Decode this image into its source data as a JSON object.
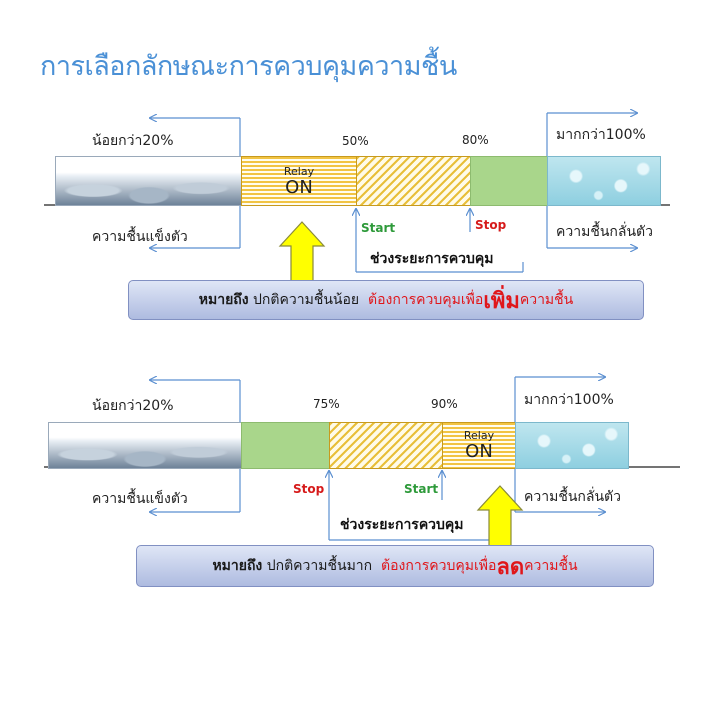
{
  "title": "การเลือกลักษณะการควบคุมความชื้น",
  "diagram1": {
    "left_top_label": "น้อยกว่า20%",
    "left_bottom_label": "ความชื้นแข็งตัว",
    "right_top_label": "มากกว่า100%",
    "right_bottom_label": "ความชื้นกลั่นตัว",
    "pct_a": "50%",
    "pct_b": "80%",
    "relay_label": "Relay",
    "relay_state": "ON",
    "start_label": "Start",
    "stop_label": "Stop",
    "control_range_label": "ช่วงระยะการควบคุม",
    "box": {
      "prefix_bold": "หมายถึง",
      "normal": " ปกติความชื้นน้อย  ",
      "red_pre": "ต้องการควบคุมเพื่อ",
      "red_big": "เพิ่ม",
      "red_post": "ความชื้น"
    }
  },
  "diagram2": {
    "left_top_label": "น้อยกว่า20%",
    "left_bottom_label": "ความชื้นแข็งตัว",
    "right_top_label": "มากกว่า100%",
    "right_bottom_label": "ความชื้นกลั่นตัว",
    "pct_a": "75%",
    "pct_b": "90%",
    "relay_label": "Relay",
    "relay_state": "ON",
    "start_label": "Start",
    "stop_label": "Stop",
    "control_range_label": "ช่วงระยะการควบคุม",
    "box": {
      "prefix_bold": "หมายถึง",
      "normal": " ปกติความชื้นมาก  ",
      "red_pre": "ต้องการควบคุมเพื่อ",
      "red_big": "ลด",
      "red_post": "ความชื้น"
    }
  },
  "colors": {
    "title": "#4a90d6",
    "arrow_line": "#5b8fd0",
    "hatch": "#e8bf3a",
    "green_band": "#a9d68b",
    "start_text": "#2e9a3a",
    "stop_text": "#d61a1a",
    "emphasis_red": "#e0161a",
    "box_fill": "#c4cdea",
    "up_arrow_fill": "#ffff00"
  }
}
